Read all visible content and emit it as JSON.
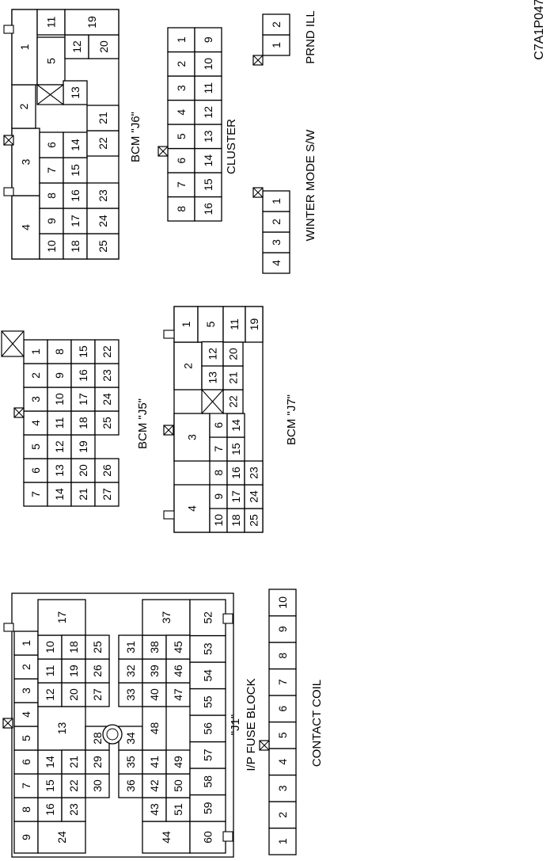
{
  "figure_code": "C7A1P047",
  "connectors": {
    "fuse_block": {
      "label_line1": "\"J1\"",
      "label_line2": "I/P FUSE BLOCK",
      "pins": [
        "1",
        "2",
        "3",
        "4",
        "5",
        "6",
        "7",
        "8",
        "9",
        "10",
        "11",
        "12",
        "13",
        "14",
        "15",
        "16",
        "17",
        "18",
        "19",
        "20",
        "21",
        "22",
        "23",
        "24",
        "25",
        "26",
        "27",
        "28",
        "29",
        "30",
        "31",
        "32",
        "33",
        "34",
        "35",
        "36",
        "37",
        "38",
        "39",
        "40",
        "41",
        "42",
        "43",
        "44",
        "45",
        "46",
        "47",
        "48",
        "49",
        "50",
        "51",
        "52",
        "53",
        "54",
        "55",
        "56",
        "57",
        "58",
        "59",
        "60"
      ]
    },
    "contact_coil": {
      "label": "CONTACT COIL",
      "pins": [
        "1",
        "2",
        "3",
        "4",
        "5",
        "6",
        "7",
        "8",
        "9",
        "10"
      ]
    },
    "bcm_j5": {
      "label": "BCM \"J5\"",
      "pins": [
        "1",
        "2",
        "3",
        "4",
        "5",
        "6",
        "7",
        "8",
        "9",
        "10",
        "11",
        "12",
        "13",
        "14",
        "15",
        "16",
        "17",
        "18",
        "19",
        "20",
        "21",
        "22",
        "23",
        "24",
        "25",
        "26",
        "27"
      ]
    },
    "bcm_j7": {
      "label": "BCM \"J7\"",
      "pins": [
        "1",
        "2",
        "3",
        "4",
        "5",
        "6",
        "7",
        "8",
        "9",
        "10",
        "11",
        "12",
        "13",
        "14",
        "15",
        "16",
        "17",
        "18",
        "19",
        "20",
        "21",
        "22",
        "23",
        "24",
        "25"
      ]
    },
    "bcm_j6": {
      "label": "BCM \"J6\"",
      "pins": [
        "1",
        "2",
        "3",
        "4",
        "5",
        "6",
        "7",
        "8",
        "9",
        "10",
        "11",
        "12",
        "13",
        "14",
        "15",
        "16",
        "17",
        "18",
        "19",
        "20",
        "21",
        "22",
        "23",
        "24",
        "25"
      ]
    },
    "cluster": {
      "label": "CLUSTER",
      "pins": [
        "1",
        "2",
        "3",
        "4",
        "5",
        "6",
        "7",
        "8",
        "9",
        "10",
        "11",
        "12",
        "13",
        "14",
        "15",
        "16"
      ]
    },
    "winter_mode": {
      "label": "WINTER MODE S/W",
      "pins": [
        "1",
        "2",
        "3",
        "4"
      ]
    },
    "prnd_ill": {
      "label": "PRND ILL",
      "pins": [
        "1",
        "2"
      ]
    }
  }
}
